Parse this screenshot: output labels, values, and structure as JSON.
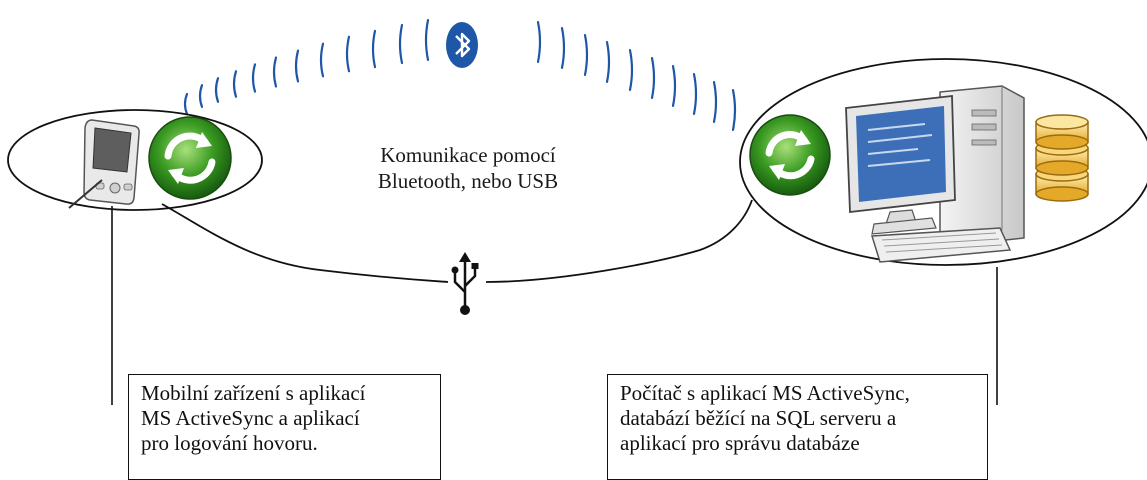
{
  "wireless_label": {
    "line1": "Komunikace pomocí",
    "line2": "Bluetooth, nebo USB"
  },
  "mobile_box": {
    "lines": [
      "Mobilní zařízení s aplikací",
      "MS ActiveSync a aplikací",
      "pro logování hovoru."
    ]
  },
  "pc_box": {
    "lines": [
      "Počítač s aplikací MS ActiveSync,",
      "databází běžící na SQL serveru a",
      "aplikací pro správu databáze"
    ]
  },
  "colors": {
    "bluetooth": "#1f57a8",
    "sync_green": "#2f8a1f",
    "database_gold": "#f2c14e",
    "monitor_blue": "#3d6fb8"
  },
  "icons": [
    "pda-icon",
    "sync-icon",
    "bluetooth-icon",
    "usb-icon",
    "pc-icon",
    "database-icon"
  ]
}
